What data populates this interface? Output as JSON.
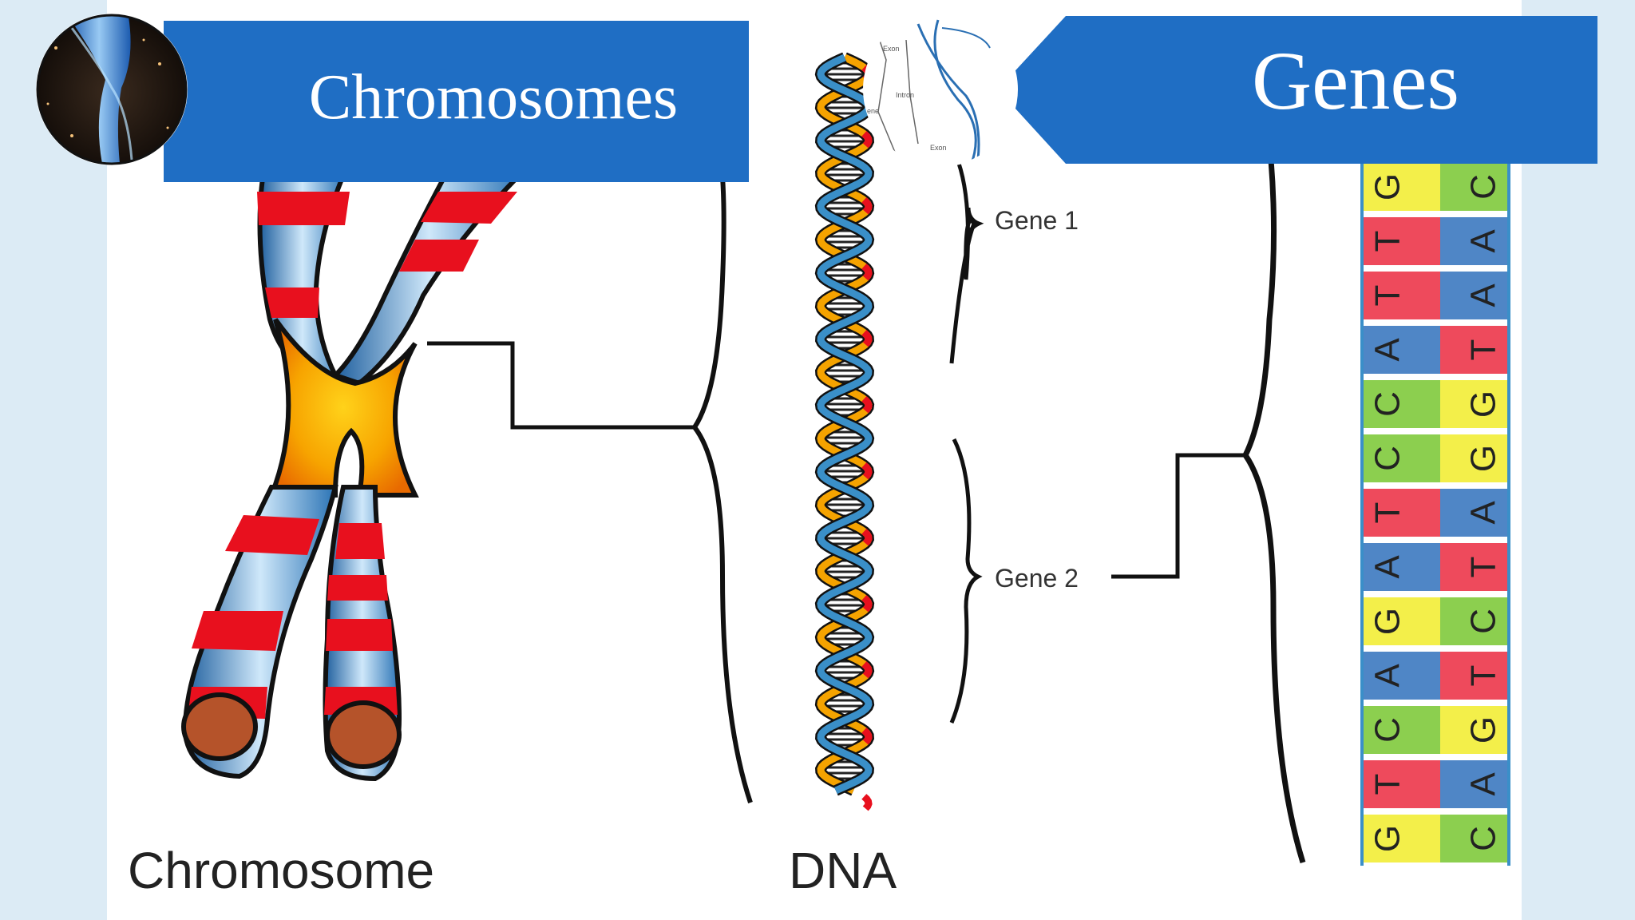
{
  "slide": {
    "colors": {
      "page_background": "#dcebf5",
      "panel_background": "#ffffff",
      "banner_blue": "#1f6ec4",
      "banner_text": "#ffffff",
      "chromosome_red": "#e8101e",
      "chromosome_blue": "#3a8fc8",
      "chromosome_orange": "#f5a300",
      "base_G": "#f3ef4a",
      "base_C": "#8ccf4f",
      "base_T": "#ee4a5c",
      "base_A": "#4f86c6"
    },
    "banners": {
      "chromosomes": {
        "title": "Chromosomes",
        "icon": "chromosome-photo-icon"
      },
      "genes": {
        "title": "Genes",
        "icon": "gene-dna-sketch-icon"
      }
    },
    "inset_sketch": {
      "labels": [
        "Exon",
        "Intron",
        "Exon",
        "ene"
      ]
    },
    "diagram": {
      "labels": {
        "chromosome": "Chromosome",
        "dna": "DNA",
        "gene1": "Gene 1",
        "gene2": "Gene 2"
      },
      "base_pairs": [
        {
          "left": "G",
          "right": "C"
        },
        {
          "left": "T",
          "right": "A"
        },
        {
          "left": "T",
          "right": "A"
        },
        {
          "left": "A",
          "right": "T"
        },
        {
          "left": "C",
          "right": "G"
        },
        {
          "left": "C",
          "right": "G"
        },
        {
          "left": "T",
          "right": "A"
        },
        {
          "left": "A",
          "right": "T"
        },
        {
          "left": "G",
          "right": "C"
        },
        {
          "left": "A",
          "right": "T"
        },
        {
          "left": "C",
          "right": "G"
        },
        {
          "left": "T",
          "right": "A"
        },
        {
          "left": "G",
          "right": "C"
        }
      ]
    }
  }
}
